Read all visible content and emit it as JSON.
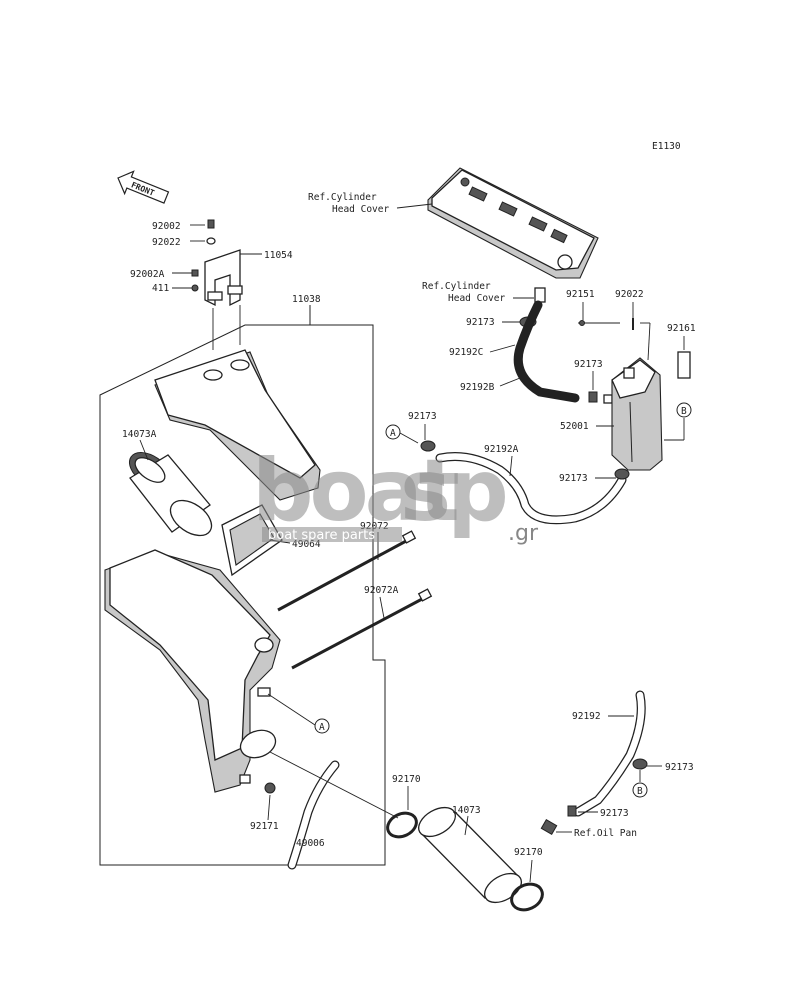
{
  "diagram_code": "E1130",
  "front_arrow_label": "FRONT",
  "watermark": {
    "brand_light": "boat",
    "brand_bold": "sp",
    "tld": ".gr",
    "tagline": "boat spare parts"
  },
  "labels": {
    "ref_cyl_head_cover_1_a": "Ref.Cylinder",
    "ref_cyl_head_cover_1_b": "Head Cover",
    "ref_cyl_head_cover_2_a": "Ref.Cylinder",
    "ref_cyl_head_cover_2_b": "Head Cover",
    "p92002": "92002",
    "p92022_left": "92022",
    "p11054": "11054",
    "p92002A": "92002A",
    "p411": "411",
    "p11038": "11038",
    "p14073A": "14073A",
    "p49064": "49064",
    "p92072": "92072",
    "p92072A": "92072A",
    "p92173_a": "92173",
    "p92192C": "92192C",
    "p92192B": "92192B",
    "p92173_b": "92173",
    "p92151": "92151",
    "p92022_right": "92022",
    "p92161": "92161",
    "p92173_c": "92173",
    "p92192A": "92192A",
    "p52001": "52001",
    "p92173_d": "92173",
    "p92170_a": "92170",
    "p14073": "14073",
    "p92170_b": "92170",
    "p92171": "92171",
    "p49006": "49006",
    "p92192": "92192",
    "p92173_e": "92173",
    "p92173_f": "92173",
    "ref_oil_pan": "Ref.Oil Pan",
    "callout_A": "A",
    "callout_B": "B"
  }
}
